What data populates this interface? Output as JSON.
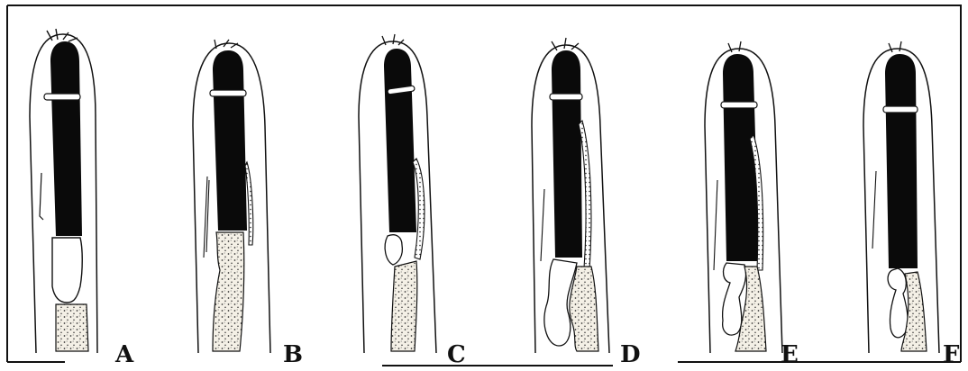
{
  "figure": {
    "panels": [
      {
        "label": "A"
      },
      {
        "label": "B"
      },
      {
        "label": "C"
      },
      {
        "label": "D"
      },
      {
        "label": "E"
      },
      {
        "label": "F"
      }
    ]
  },
  "colors": {
    "ink": "#111111",
    "dark_mass": "#0a0a0a",
    "stipple": "#f4f0e6",
    "background": "#ffffff"
  }
}
